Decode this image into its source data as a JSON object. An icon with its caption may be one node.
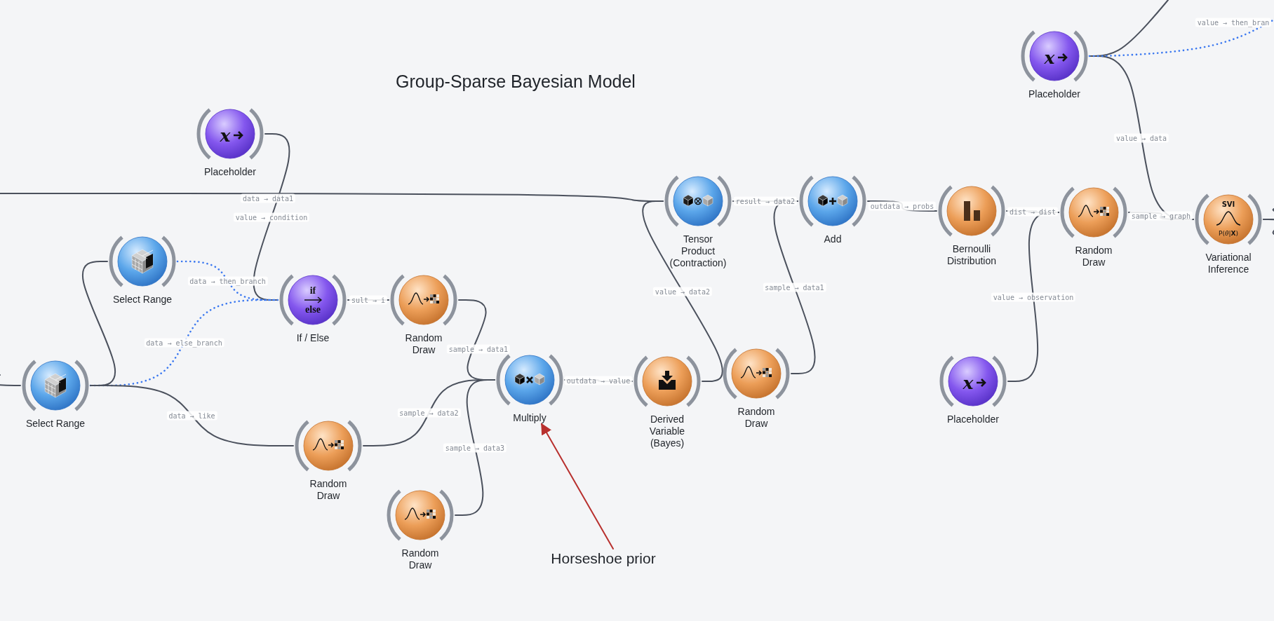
{
  "diagram": {
    "title": "Group-Sparse Bayesian Model",
    "nodes": [
      {
        "text": [
          "x",
          "Placeholder"
        ]
      },
      {
        "text": [
          "x",
          "Placeholder"
        ]
      },
      {
        "text": [
          "Tensor Product (Contraction)"
        ]
      },
      {
        "text": [
          "Add"
        ]
      },
      {
        "text": [
          "Bernoulli Distribution"
        ]
      },
      {
        "text": [
          "Random Draw"
        ]
      },
      {
        "text": [
          "SVI",
          "P(*θ*|**X**)",
          "Variational Inference"
        ]
      },
      {
        "text": [
          "Select Range"
        ]
      },
      {
        "text": [
          "if",
          "else",
          "If / Else"
        ]
      },
      {
        "text": [
          "Random Draw"
        ]
      },
      {
        "text": [
          "Select Range"
        ]
      },
      {
        "text": [
          "Multiply"
        ]
      },
      {
        "text": [
          "Derived Variable (Bayes)"
        ]
      },
      {
        "text": [
          "Random Draw"
        ]
      },
      {
        "text": [
          "x",
          "Placeholder"
        ]
      },
      {
        "text": [
          "Random Draw"
        ]
      },
      {
        "text": [
          "Random Draw"
        ]
      },
      {
        "text": [
          "Horseshoe prior"
        ]
      }
    ],
    "edges": [
      {
        "from": null,
        "to": 2,
        "arrow": "none",
        "label": "data → data1"
      },
      {
        "from": null,
        "to": 10,
        "arrow": "none"
      },
      {
        "from": 1,
        "to": 8,
        "arrow": "none",
        "label": "value → condition"
      },
      {
        "from": 7,
        "to": 8,
        "arrow": "none",
        "label": "data → then_branch",
        "style": "dashed",
        "color": "#3b78f0"
      },
      {
        "from": 10,
        "to": 8,
        "arrow": "none",
        "label": "data → else_branch",
        "style": "dashed",
        "color": "#3b78f0"
      },
      {
        "from": 10,
        "to": 7,
        "arrow": "none"
      },
      {
        "from": 10,
        "to": 15,
        "arrow": "none",
        "label": "data → like"
      },
      {
        "from": 8,
        "to": 9,
        "arrow": "none",
        "label": "sult → i"
      },
      {
        "from": 9,
        "to": 11,
        "arrow": "none",
        "label": "sample → data1"
      },
      {
        "from": 15,
        "to": 11,
        "arrow": "none",
        "label": "sample → data2"
      },
      {
        "from": 16,
        "to": 11,
        "arrow": "none",
        "label": "sample → data3"
      },
      {
        "from": 11,
        "to": 12,
        "arrow": "none",
        "label": "outdata → value"
      },
      {
        "from": 12,
        "to": 2,
        "arrow": "none",
        "label": "value → data2"
      },
      {
        "from": 2,
        "to": 3,
        "arrow": "none",
        "label": "result → data2"
      },
      {
        "from": 13,
        "to": 3,
        "arrow": "none",
        "label": "sample → data1"
      },
      {
        "from": 3,
        "to": 4,
        "arrow": "none",
        "label": "outdata → probs"
      },
      {
        "from": 4,
        "to": 5,
        "arrow": "none",
        "label": "dist → dist"
      },
      {
        "from": 14,
        "to": 5,
        "arrow": "none",
        "label": "value → observation"
      },
      {
        "from": 5,
        "to": 6,
        "arrow": "none",
        "label": "sample → graph"
      },
      {
        "from": 0,
        "to": 6,
        "arrow": "none",
        "label": "value → data"
      },
      {
        "from": 0,
        "to": null,
        "arrow": "none"
      },
      {
        "from": 0,
        "to": null,
        "arrow": "none",
        "label": "value → then_bran",
        "style": "dashed",
        "color": "#3b78f0"
      },
      {
        "from": 6,
        "to": null,
        "arrow": "none"
      },
      {
        "from": 6,
        "to": null,
        "arrow": "none"
      },
      {
        "from": 17,
        "to": 11,
        "arrow": "to",
        "color": "#b8302e"
      }
    ]
  }
}
